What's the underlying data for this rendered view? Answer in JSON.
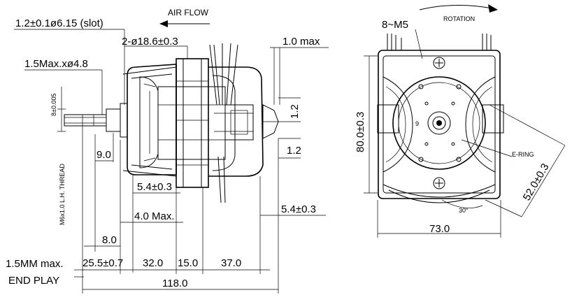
{
  "labels": {
    "air_flow": "AIR FLOW",
    "rotation": "ROTATION",
    "slot": "1.2±0.1ø6.15 (slot)",
    "bore": "2-ø18.6±0.3",
    "shaft_spec": "1.5Max.xø4.8",
    "shaft_dia": "8±0.005",
    "thread": "M6x1.0 L.H. THREAD",
    "max_1_0": "1.0 max",
    "d_1_2_top": "1.2",
    "d_1_2_mid": "1.2",
    "d_9_0": "9.0",
    "d_5_4_left": "5.4±0.3",
    "d_4_0": "4.0 Max.",
    "d_5_4_right": "5.4±0.3",
    "d_8_0": "8.0",
    "end_play_1": "1.5MM max.",
    "end_play_2": "END PLAY",
    "d_25_5": "25.5±0.7",
    "d_32_0": "32.0",
    "d_15_0": "15.0",
    "d_37_0": "37.0",
    "d_118_0": "118.0",
    "screws": "8~M5",
    "d_80_0": "80.0±0.3",
    "e_ring": "E-RING",
    "d_52_0": "52.0±0.3",
    "angle_30": "30°",
    "d_73_0": "73.0",
    "marking_9": "9"
  }
}
